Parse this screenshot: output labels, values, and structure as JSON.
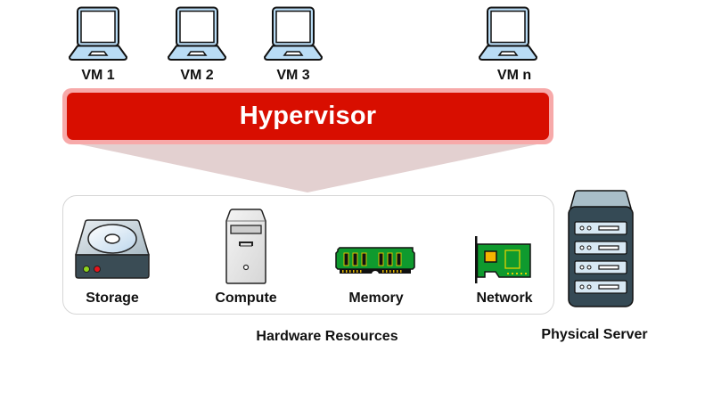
{
  "vms": [
    {
      "label": "VM 1",
      "icon": "laptop-icon"
    },
    {
      "label": "VM 2",
      "icon": "laptop-icon"
    },
    {
      "label": "VM 3",
      "icon": "laptop-icon"
    },
    {
      "label": "VM n",
      "icon": "laptop-icon"
    }
  ],
  "hypervisor": {
    "label": "Hypervisor"
  },
  "hardware": {
    "title": "Hardware Resources",
    "items": [
      {
        "label": "Storage",
        "icon": "hard-drive-icon"
      },
      {
        "label": "Compute",
        "icon": "tower-pc-icon"
      },
      {
        "label": "Memory",
        "icon": "ram-module-icon"
      },
      {
        "label": "Network",
        "icon": "network-card-icon"
      }
    ]
  },
  "server": {
    "label": "Physical Server",
    "icon": "server-rack-icon"
  },
  "colors": {
    "hypervisor_fill": "#d80e00",
    "hypervisor_border": "#f7a9a9",
    "funnel": "#e3d0d0",
    "laptop_fill": "#b9dcf5",
    "server_body": "#354a55",
    "pcb_green": "#0f9a2e"
  }
}
